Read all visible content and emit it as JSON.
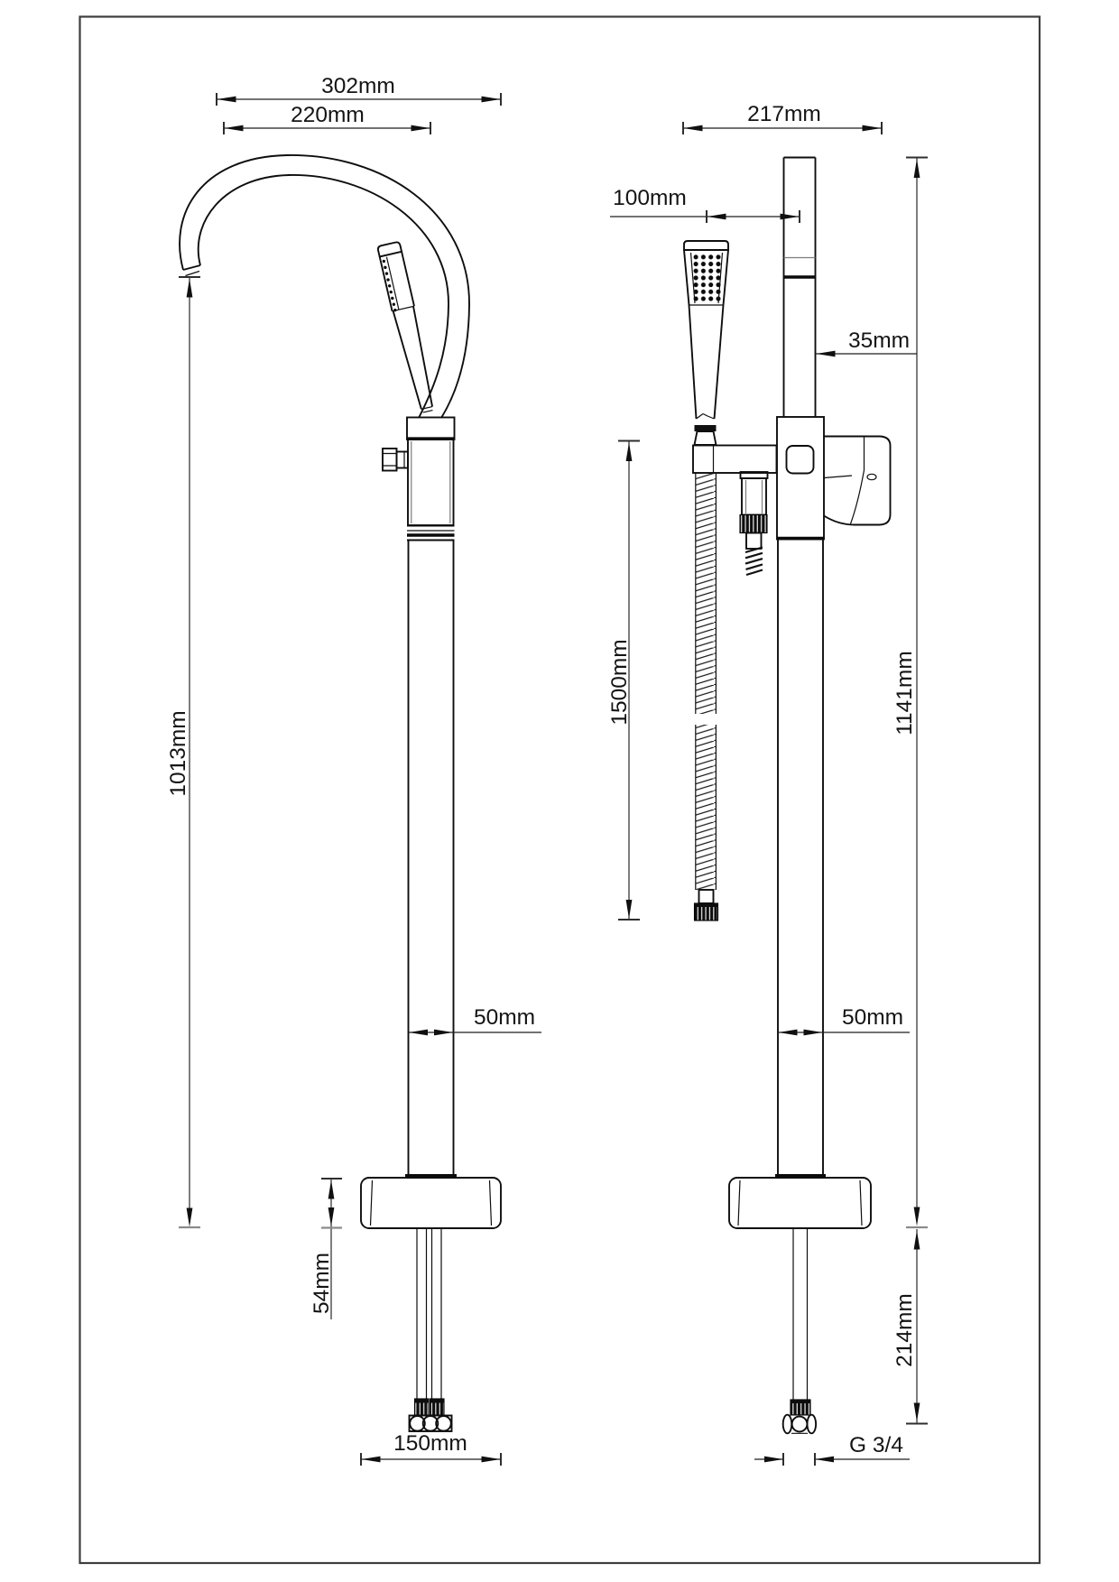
{
  "colors": {
    "line": "#111111",
    "background": "#ffffff",
    "border": "#3e3e3e"
  },
  "dimensions": {
    "front": {
      "spout_reach_overall": "302mm",
      "spout_reach": "220mm",
      "spout_height": "1013mm",
      "column_width": "50mm",
      "base_height": "54mm",
      "inlet_spread": "150mm"
    },
    "side": {
      "overall_depth": "217mm",
      "handshower_offset": "100mm",
      "bar_depth": "35mm",
      "hose_length": "1500mm",
      "overall_height": "1141mm",
      "column_width": "50mm",
      "under_floor_depth": "214mm",
      "connection_thread": "G 3/4"
    }
  }
}
